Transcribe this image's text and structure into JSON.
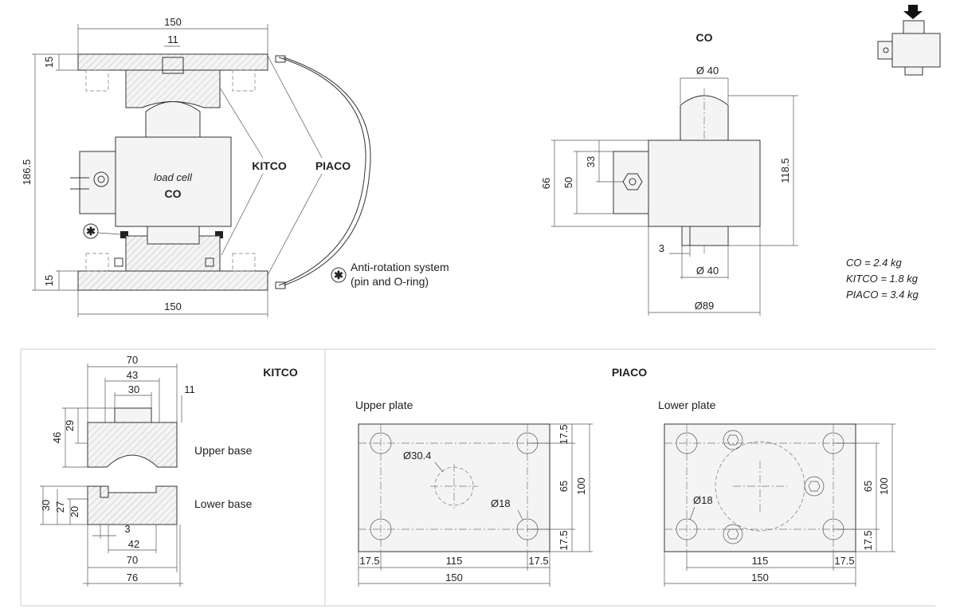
{
  "top_left": {
    "dim_top_width": "150",
    "dim_pin": "11",
    "dim_height": "186.5",
    "dim_top_plate": "15",
    "dim_bottom_plate": "15",
    "dim_bottom_width": "150",
    "load_cell_label": "load cell",
    "co_label": "CO",
    "kitco_label": "KITCO",
    "piaco_label": "PIACO",
    "star_symbol": "✱",
    "anti_rotation_line1": "Anti-rotation system",
    "anti_rotation_line2": "(pin and O-ring)"
  },
  "co_view": {
    "title": "CO",
    "dim_top_dia": "Ø 40",
    "dim_bottom_dia": "Ø 40",
    "dim_body_dia": "Ø89",
    "dim_66": "66",
    "dim_50": "50",
    "dim_33": "33",
    "dim_3": "3",
    "dim_118_5": "118.5"
  },
  "weights": {
    "co": "CO  = 2.4 kg",
    "kitco": "KITCO = 1.8 kg",
    "piaco": "PIACO = 3.4 kg"
  },
  "kitco": {
    "title": "KITCO",
    "dim_70_top": "70",
    "dim_43": "43",
    "dim_30_top": "30",
    "dim_11": "11",
    "dim_46": "46",
    "dim_29": "29",
    "upper_base": "Upper base",
    "lower_base": "Lower base",
    "dim_30_side": "30",
    "dim_27": "27",
    "dim_20": "20",
    "dim_3": "3",
    "dim_42": "42",
    "dim_70_bottom": "70",
    "dim_76": "76"
  },
  "piaco": {
    "title": "PIACO",
    "upper_plate": "Upper plate",
    "lower_plate": "Lower plate",
    "upper": {
      "dim_bore": "Ø30.4",
      "dim_hole": "Ø18",
      "dim_17_5_top": "17.5",
      "dim_65": "65",
      "dim_100": "100",
      "dim_17_5_bottom": "17.5",
      "dim_17_5_left": "17.5",
      "dim_115": "115",
      "dim_17_5_right": "17.5",
      "dim_150": "150"
    },
    "lower": {
      "dim_hole": "Ø18",
      "dim_65": "65",
      "dim_100": "100",
      "dim_17_5_bottom": "17.5",
      "dim_115": "115",
      "dim_17_5_right": "17.5",
      "dim_150": "150"
    }
  }
}
